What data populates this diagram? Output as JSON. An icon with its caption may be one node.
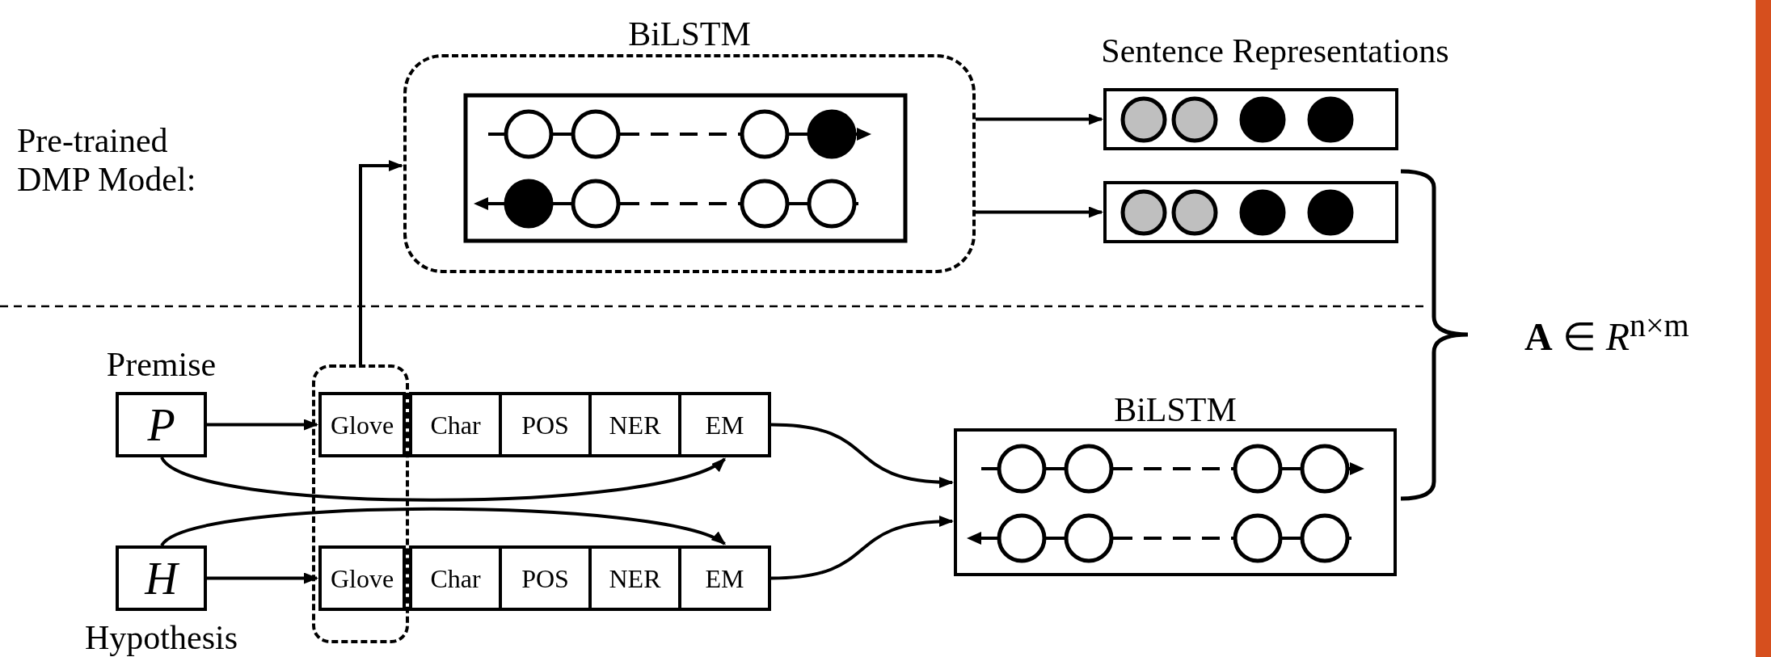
{
  "diagram": {
    "nodes": [
      {
        "text": [
          "BiLSTM"
        ]
      },
      {
        "text": [],
        "shape": "box",
        "beside": [
          "Sentence Representations"
        ]
      },
      {
        "text": [],
        "shape": "box"
      },
      {
        "text": [
          "P"
        ],
        "beside": [
          "Premise"
        ]
      },
      {
        "text": [],
        "shape": "box"
      },
      {
        "text": [
          "Glove"
        ],
        "in": 4
      },
      {
        "text": [
          "Char"
        ]
      },
      {
        "text": [
          "POS"
        ]
      },
      {
        "text": [
          "NER"
        ]
      },
      {
        "text": [
          "EM"
        ]
      },
      {
        "text": [
          "Glove"
        ],
        "in": 4
      },
      {
        "text": [
          "Char"
        ]
      },
      {
        "text": [
          "POS"
        ]
      },
      {
        "text": [
          "NER"
        ]
      },
      {
        "text": [
          "EM"
        ]
      },
      {
        "text": [
          "H"
        ],
        "beside": [
          "Hypothesis"
        ]
      },
      {
        "text": [
          "BiLSTM"
        ]
      },
      {
        "text": [],
        "shape": "bar"
      }
    ],
    "edges": [
      {
        "from": 4,
        "to": 0,
        "arrow": "to"
      },
      {
        "from": 0,
        "to": 1,
        "arrow": "to"
      },
      {
        "from": 0,
        "to": 2,
        "arrow": "to"
      },
      {
        "from": 3,
        "to": 5,
        "arrow": "to"
      },
      {
        "from": 15,
        "to": 10,
        "arrow": "to"
      },
      {
        "from": 3,
        "to": 9,
        "arrow": "to"
      },
      {
        "from": 15,
        "to": 14,
        "arrow": "to"
      },
      {
        "from": 9,
        "to": 16,
        "arrow": "to"
      },
      {
        "from": 14,
        "to": 16,
        "arrow": "to"
      }
    ],
    "labels": [
      "Pre-trained DMP Model:",
      "**A** ∈ *R*$^{n×m}$"
    ]
  }
}
